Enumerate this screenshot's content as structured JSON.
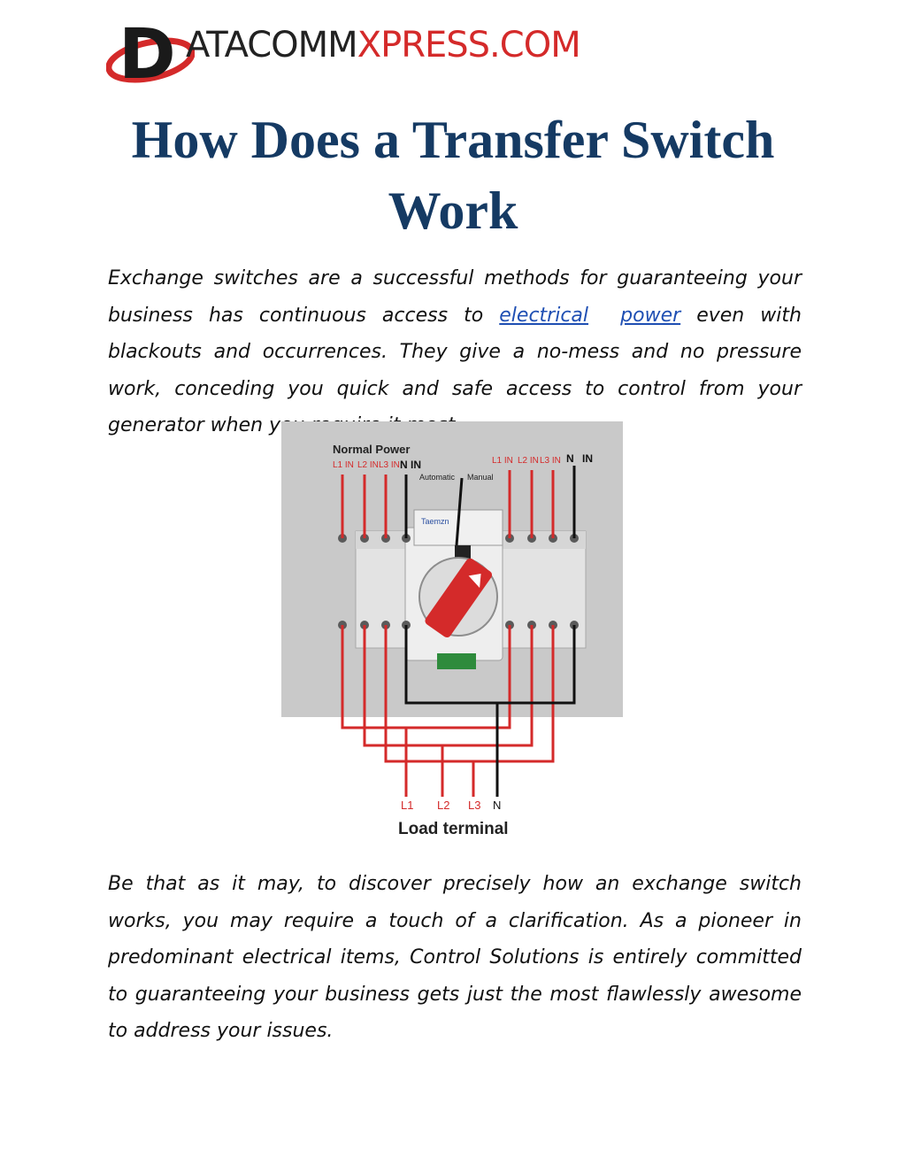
{
  "brand": {
    "logo_letter": "D",
    "name_part1": "ATACOMM",
    "name_part2": "XPRESS.COM"
  },
  "page": {
    "title_line1": "How Does a Transfer Switch",
    "title_line2": "Work"
  },
  "paragraph1": {
    "before": "Exchange switches are a successful methods for guaranteeing your business has continuous access to ",
    "link1": "electrical",
    "link2": "power",
    "after": " even with blackouts and occurrences. They give a no-mess and no pressure work, conceding you quick and safe access to control from your generator when you require it most."
  },
  "figure": {
    "normal_power": "Normal Power",
    "left_inputs": [
      "L1 IN",
      "L2 IN",
      "L3 IN",
      "N IN"
    ],
    "right_inputs": [
      "L1 IN",
      "L2 IN",
      "L3 IN",
      "N",
      "IN"
    ],
    "automatic": "Automatic",
    "manual": "Manual",
    "device_brand": "Taemzn",
    "load_labels": [
      "L1",
      "L2",
      "L3",
      "N"
    ],
    "load_terminal": "Load terminal"
  },
  "paragraph2": "Be that as it may, to discover precisely how an exchange switch works, you may require a touch of a clarification. As a pioneer in predominant electrical items, Control Solutions is entirely committed to guaranteeing your business gets just the most flawlessly awesome to address your issues.",
  "colors": {
    "title": "#153a63",
    "link": "#1f4fb3",
    "wire_red": "#d42a2a",
    "brand_red": "#d42a2a"
  }
}
